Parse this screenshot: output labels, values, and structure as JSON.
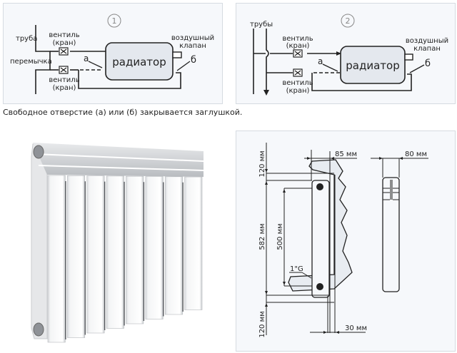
{
  "scheme1": {
    "number": "1",
    "pipe_label": "труба",
    "bypass_label": "перемычка",
    "valve_top_label_1": "вентиль",
    "valve_top_label_2": "(кран)",
    "valve_bottom_label_1": "вентиль",
    "valve_bottom_label_2": "(кран)",
    "radiator_label": "радиатор",
    "air_valve_label_1": "воздушный",
    "air_valve_label_2": "клапан",
    "opening_a": "а",
    "opening_b": "б"
  },
  "scheme2": {
    "number": "2",
    "pipes_label": "трубы",
    "valve_top_label_1": "вентиль",
    "valve_top_label_2": "(кран)",
    "valve_bottom_label_1": "вентиль",
    "valve_bottom_label_2": "(кран)",
    "radiator_label": "радиатор",
    "air_valve_label_1": "воздушный",
    "air_valve_label_2": "клапан",
    "opening_a": "а",
    "opening_b": "б"
  },
  "caption": "Свободное отверстие (а) или (б) закрывается заглушкой.",
  "product_photo": {
    "subject": "aluminium sectional radiator",
    "sections": 8
  },
  "dimensions": {
    "top_clearance": "120 мм",
    "total_height": "582 мм",
    "axis_distance": "500 мм",
    "bottom_clearance": "120 мм",
    "depth_with_bracket": "85 мм",
    "section_width": "80 мм",
    "wall_gap": "30 мм",
    "thread": "1\"G"
  },
  "colors": {
    "panel_bg": "#f6f8fb",
    "radiator_fill": "#e4e8ee",
    "line": "#222222",
    "wall_fill": "#e8ecf1"
  }
}
